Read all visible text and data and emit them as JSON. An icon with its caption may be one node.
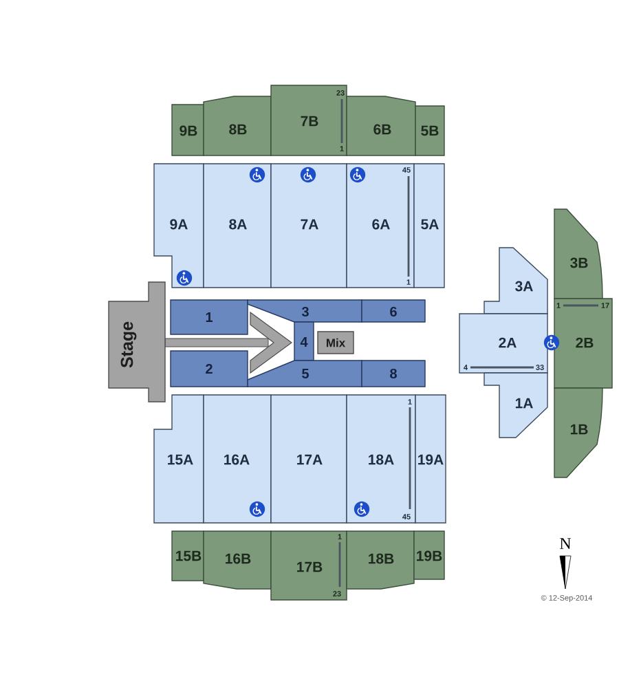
{
  "diagram": {
    "nodes": [
      {
        "text": [
          "9B"
        ]
      },
      {
        "text": [
          "8B"
        ]
      },
      {
        "text": [
          "7B",
          "23",
          "1"
        ]
      },
      {
        "text": [
          "6B"
        ]
      },
      {
        "text": [
          "5B"
        ]
      },
      {
        "text": [
          "9A"
        ]
      },
      {
        "text": [
          "8A"
        ]
      },
      {
        "text": [
          "7A"
        ]
      },
      {
        "text": [
          "6A",
          "45",
          "1"
        ]
      },
      {
        "text": [
          "5A"
        ]
      },
      {
        "text": [
          "Stage"
        ]
      },
      {
        "text": [
          "1"
        ]
      },
      {
        "text": [
          "3"
        ]
      },
      {
        "text": [
          "6"
        ]
      },
      {
        "text": [
          "4"
        ]
      },
      {
        "text": [
          "Mix"
        ]
      },
      {
        "text": [
          "2"
        ]
      },
      {
        "text": [
          "5"
        ]
      },
      {
        "text": [
          "8"
        ]
      },
      {
        "text": [
          "15A"
        ]
      },
      {
        "text": [
          "16A"
        ]
      },
      {
        "text": [
          "17A"
        ]
      },
      {
        "text": [
          "18A",
          "1",
          "45"
        ]
      },
      {
        "text": [
          "19A"
        ]
      },
      {
        "text": [
          "15B"
        ]
      },
      {
        "text": [
          "16B"
        ]
      },
      {
        "text": [
          "17B",
          "1",
          "23"
        ]
      },
      {
        "text": [
          "18B"
        ]
      },
      {
        "text": [
          "19B"
        ]
      },
      {
        "text": [
          "3B"
        ]
      },
      {
        "text": [
          "3A"
        ]
      },
      {
        "text": [
          "2A",
          "4",
          "33"
        ]
      },
      {
        "text": [
          "2B",
          "1",
          "17"
        ]
      },
      {
        "text": [
          "1A"
        ]
      },
      {
        "text": [
          "1B"
        ]
      }
    ],
    "labels": [
      "N",
      "© 12-Sep-2014"
    ]
  }
}
